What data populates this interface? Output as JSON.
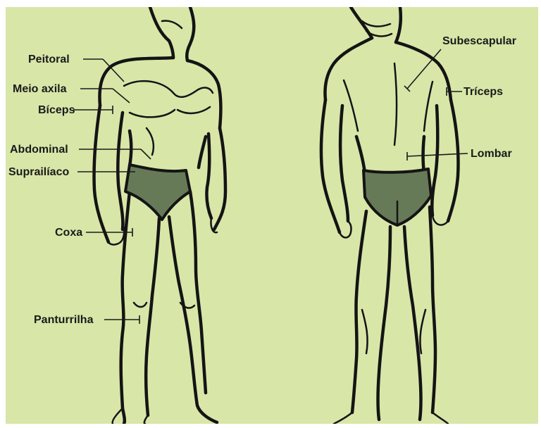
{
  "diagram": {
    "background_color": "#d8e6a8",
    "brief_color": "#667a58",
    "line_color": "#141414",
    "labels_front": {
      "peitoral": "Peitoral",
      "meio_axila": "Meio axila",
      "biceps": "Bíceps",
      "abdominal": "Abdominal",
      "suprailiaco": "Suprailíaco",
      "coxa": "Coxa",
      "panturrilha": "Panturrilha"
    },
    "labels_back": {
      "subescapular": "Subescapular",
      "triceps": "Tríceps",
      "lombar": "Lombar"
    }
  }
}
